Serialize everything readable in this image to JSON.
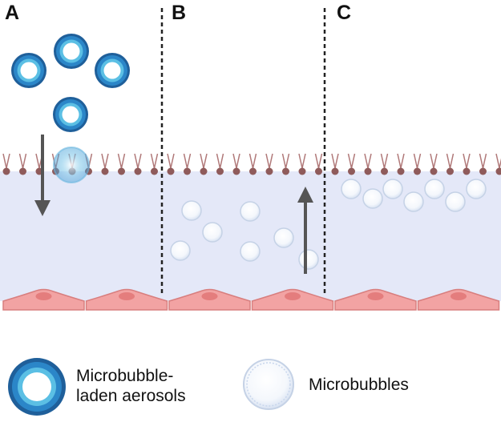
{
  "panels": [
    {
      "label": "A"
    },
    {
      "label": "B"
    },
    {
      "label": "C"
    }
  ],
  "legend": [
    {
      "icon": "microbubble-laden-aerosol-icon",
      "line1": "Microbubble-",
      "line2": "laden aerosols"
    },
    {
      "icon": "microbubble-icon",
      "line1": "Microbubbles"
    }
  ],
  "colors": {
    "aerosol_dark": "#1f78c1",
    "aerosol_mid": "#4fb3de",
    "surfactant_head": "#8f5b5b",
    "surfactant_tail": "#b07878",
    "liquid_layer": "#e4e8f8",
    "cell_fill": "#f2a3a3",
    "cell_nucleus": "#e47d7d",
    "arrow": "#555555"
  }
}
